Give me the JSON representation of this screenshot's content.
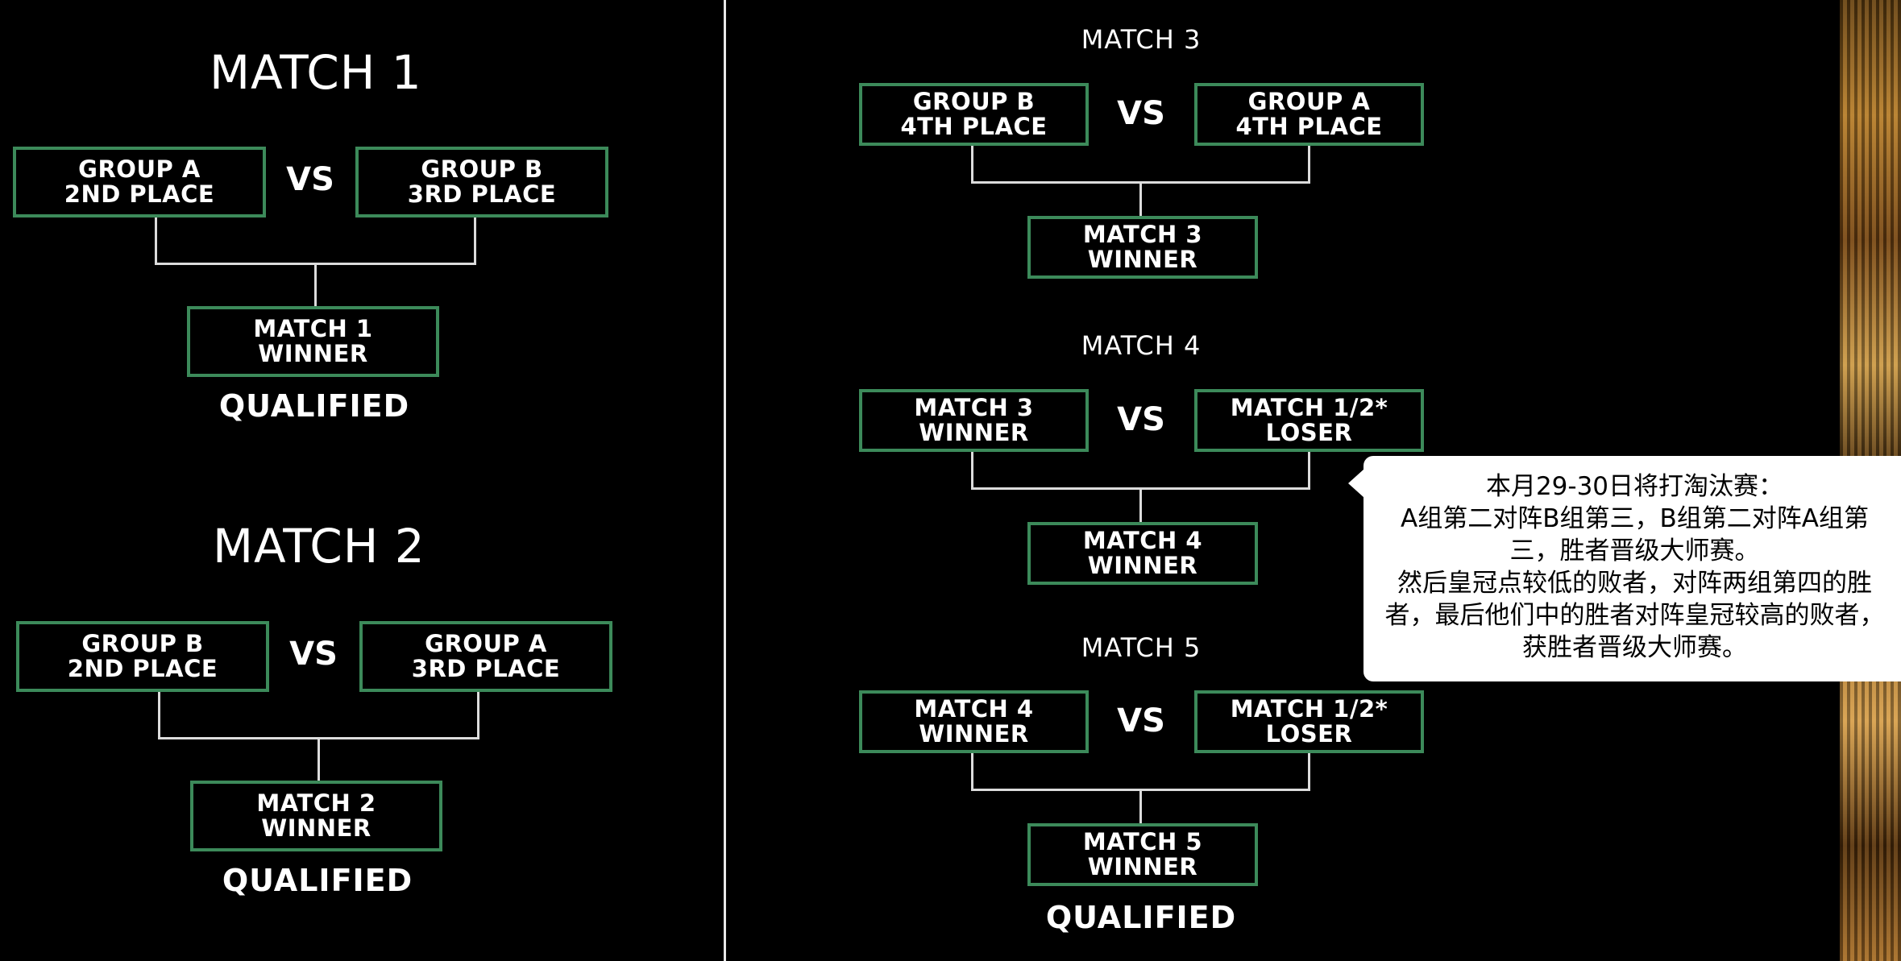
{
  "left_panel": {
    "match1": {
      "title": "MATCH 1",
      "team_a": "GROUP A\n2ND PLACE",
      "vs": "VS",
      "team_b": "GROUP B\n3RD PLACE",
      "winner": "MATCH 1\nWINNER",
      "result": "QUALIFIED"
    },
    "match2": {
      "title": "MATCH 2",
      "team_a": "GROUP B\n2ND PLACE",
      "vs": "VS",
      "team_b": "GROUP A\n3RD PLACE",
      "winner": "MATCH 2\nWINNER",
      "result": "QUALIFIED"
    }
  },
  "right_panel": {
    "match3": {
      "title": "MATCH 3",
      "team_a": "GROUP B\n4TH PLACE",
      "vs": "VS",
      "team_b": "GROUP A\n4TH PLACE",
      "winner": "MATCH 3\nWINNER"
    },
    "match4": {
      "title": "MATCH 4",
      "team_a": "MATCH 3\nWINNER",
      "vs": "VS",
      "team_b": "MATCH 1/2*\nLOSER",
      "winner": "MATCH 4\nWINNER"
    },
    "match5": {
      "title": "MATCH 5",
      "team_a": "MATCH 4\nWINNER",
      "vs": "VS",
      "team_b": "MATCH 1/2*\nLOSER",
      "winner": "MATCH 5\nWINNER",
      "result": "QUALIFIED"
    }
  },
  "tooltip": {
    "line1": "本月29-30日将打淘汰赛：",
    "line2": "A组第二对阵B组第三，B组第二对阵A组第三，胜者晋级大师赛。",
    "line3": "然后皇冠点较低的败者，对阵两组第四的胜者，最后他们中的胜者对阵皇冠较高的败者，获胜者晋级大师赛。"
  },
  "colors": {
    "background": "#000000",
    "box_border": "#3c8a5a",
    "text": "#ffffff",
    "connector": "#dcdcdc",
    "tooltip_bg": "#ffffff"
  }
}
